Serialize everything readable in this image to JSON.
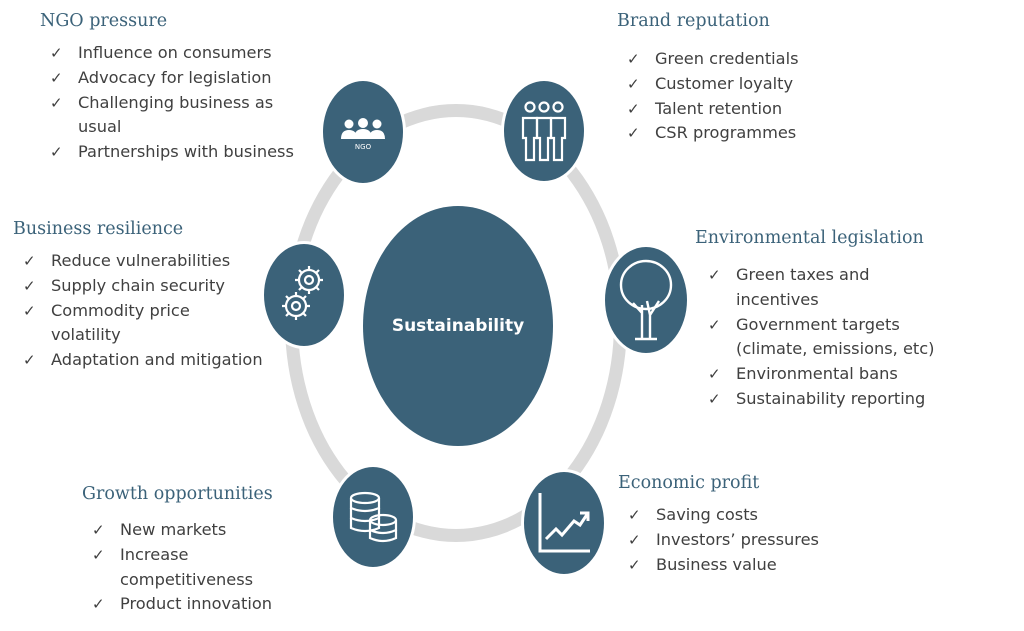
{
  "center": {
    "label": "Sustainability"
  },
  "colors": {
    "node_fill": "#3b6279",
    "ring": "#d9d9d9",
    "heading": "#3b6279",
    "text": "#404040"
  },
  "nodes": {
    "ngo": {
      "icon": "people-group-icon",
      "tag": "NGO"
    },
    "brand": {
      "icon": "standing-people-icon"
    },
    "resilience": {
      "icon": "gears-icon"
    },
    "environment": {
      "icon": "tree-icon"
    },
    "growth": {
      "icon": "coins-stack-icon"
    },
    "economic": {
      "icon": "rising-chart-icon"
    }
  },
  "check_glyph": "✓",
  "panels": {
    "ngo": {
      "title": "NGO pressure",
      "items": [
        "Influence on consumers",
        "Advocacy for legislation",
        "Challenging business as usual",
        "Partnerships with business"
      ]
    },
    "brand": {
      "title": "Brand reputation",
      "items": [
        "Green credentials",
        "Customer loyalty",
        "Talent retention",
        "CSR programmes"
      ]
    },
    "resilience": {
      "title": "Business resilience",
      "items": [
        "Reduce vulnerabilities",
        "Supply chain security",
        "Commodity price volatility",
        "Adaptation and mitigation"
      ]
    },
    "environment": {
      "title": "Environmental legislation",
      "items": [
        "Green taxes and incentives",
        "Government targets (climate, emissions, etc)",
        "Environmental bans",
        "Sustainability reporting"
      ]
    },
    "growth": {
      "title": "Growth opportunities",
      "items": [
        "New markets",
        "Increase competitiveness",
        "Product innovation"
      ]
    },
    "economic": {
      "title": "Economic profit",
      "items": [
        "Saving costs",
        "Investors’ pressures",
        "Business value"
      ]
    }
  }
}
